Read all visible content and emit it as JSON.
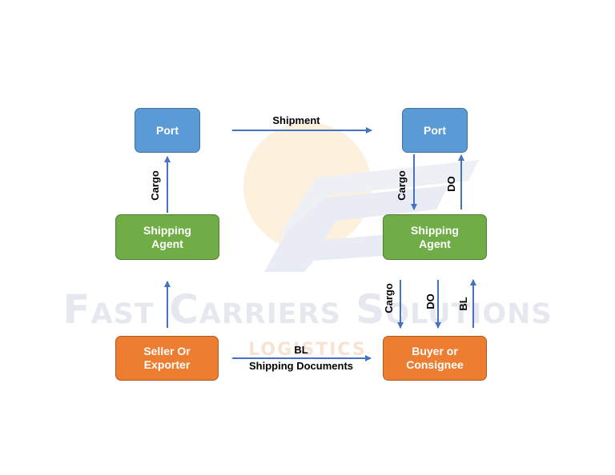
{
  "diagram": {
    "nodes": {
      "port_left": "Port",
      "port_right": "Port",
      "agent_left": "Shipping\nAgent",
      "agent_right": "Shipping\nAgent",
      "seller": "Seller Or\nExporter",
      "buyer": "Buyer or\nConsignee"
    },
    "edges": {
      "shipment": "Shipment",
      "cargo_left": "Cargo",
      "cargo_right_top": "Cargo",
      "do_right_top": "DO",
      "cargo_right_bottom": "Cargo",
      "do_right_bottom": "DO",
      "bl_right_bottom": "BL",
      "bl_bottom": "BL",
      "shipping_documents": "Shipping Documents"
    },
    "watermark": {
      "title": "Fast Carriers Solutions",
      "subtitle": "LOGISTICS"
    }
  },
  "colors": {
    "port": "#5b9bd5",
    "agent": "#70ad47",
    "party": "#ed7d31",
    "arrow": "#4472c4"
  }
}
